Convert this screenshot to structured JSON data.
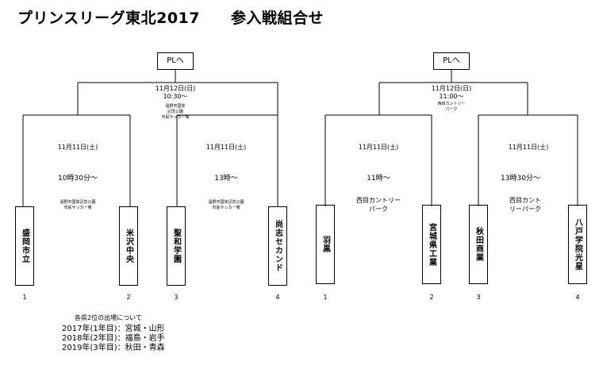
{
  "title": "プリンスリーグ東北2017　　参入戦組合せ",
  "brackets": [
    {
      "pl_label": "PLへ",
      "final_date": "11月12日(日)",
      "final_time": "10:30～",
      "final_venue": [
        "遠野市国体",
        "記念公園",
        "市民サッカー場"
      ],
      "semis": [
        {
          "date": "11月11日(土)",
          "time": "10時30分～",
          "venue": [
            "遠野市国体記念公園",
            "市民サッカー場"
          ]
        },
        {
          "date": "11月11日(土)",
          "time": "13時～",
          "venue": [
            "遠野市国体記念公園",
            "市民サッカー場"
          ]
        }
      ],
      "teams": [
        {
          "name": "盛岡市立",
          "seed": "1"
        },
        {
          "name": "米沢中央",
          "seed": "2"
        },
        {
          "name": "聖和学園",
          "seed": "3"
        },
        {
          "name": "尚志セカンド",
          "seed": "4"
        }
      ]
    },
    {
      "pl_label": "PLへ",
      "final_date": "11月12日(日)",
      "final_time": "11:00～",
      "final_venue": [
        "西目カントリー",
        "パーク"
      ],
      "semis": [
        {
          "date": "11月11日(土)",
          "time": "11時～",
          "venue": [
            "西目カントリー",
            "パーク"
          ]
        },
        {
          "date": "11月11日(土)",
          "time": "13時30分～",
          "venue": [
            "西目カント",
            "リーパーク"
          ]
        }
      ],
      "teams": [
        {
          "name": "羽黒",
          "seed": "1"
        },
        {
          "name": "宮城県工業",
          "seed": "2"
        },
        {
          "name": "秋田商業",
          "seed": "3"
        },
        {
          "name": "八戸学院光星",
          "seed": "4"
        }
      ]
    }
  ],
  "notes": {
    "heading": "各県2位の出場について",
    "lines": [
      "2017年(1年目)：宮城・山形",
      "2018年(2年目)：福島・岩手",
      "2019年(3年目)：秋田・青森"
    ]
  }
}
